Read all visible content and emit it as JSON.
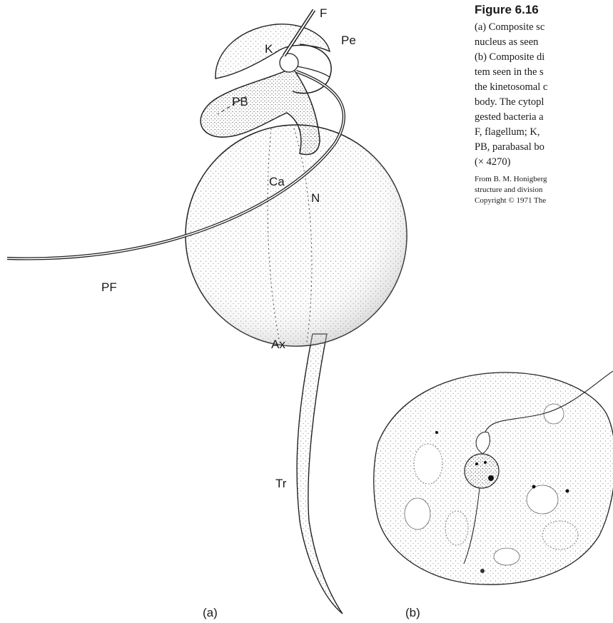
{
  "figure": {
    "title": "Figure 6.16",
    "caption_lines": [
      "(a) Composite sc",
      "nucleus as seen",
      "(b) Composite di",
      "tem seen in the s",
      "the kinetosomal c",
      "body. The cytopl",
      "gested bacteria a",
      "F, flagellum; K,",
      "PB, parabasal bo",
      "(× 4270)"
    ],
    "credit_lines": [
      "From B. M. Honigberg",
      "structure and division",
      "Copyright © 1971 The"
    ]
  },
  "panel_a": {
    "label": "(a)",
    "structure_labels": {
      "F": "F",
      "Pe": "Pe",
      "K": "K",
      "PB": "PB",
      "Ca": "Ca",
      "N": "N",
      "PF": "PF",
      "Ax": "Ax",
      "Tr": "Tr"
    }
  },
  "panel_b": {
    "label": "(b)"
  }
}
